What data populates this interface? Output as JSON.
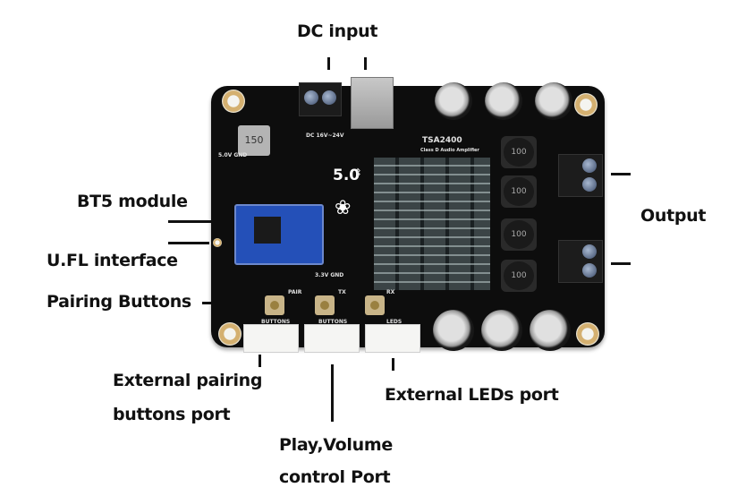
{
  "labels": {
    "dc_input": "DC input",
    "bt5_module": "BT5 module",
    "ufl_interface": "U.FL interface",
    "pairing_buttons": "Pairing Buttons",
    "output": "Output",
    "external_pairing_line1": "External pairing",
    "external_pairing_line2": "buttons port",
    "play_volume_line1": "Play,Volume",
    "play_volume_line2": "control Port",
    "external_leds": "External LEDs port"
  },
  "board": {
    "chip_name": "TSA2400",
    "chip_subtitle": "Class D Audio Amplifier",
    "dc_rating": "DC 16V~24V",
    "bt_version": "5.0",
    "inductor_150": "150",
    "inductor_100": "100",
    "silk_pair": "PAIR",
    "silk_tx": "TX",
    "silk_rx": "RX",
    "silk_buttons": "BUTTONS",
    "silk_leds": "LEDS",
    "silk_33v_gnd": "3.3V GND",
    "silk_5v_gnd": "5.0V GND"
  },
  "colors": {
    "board": "#0d0d0d",
    "bt_module": "#2450b8",
    "label_text": "#111111"
  }
}
